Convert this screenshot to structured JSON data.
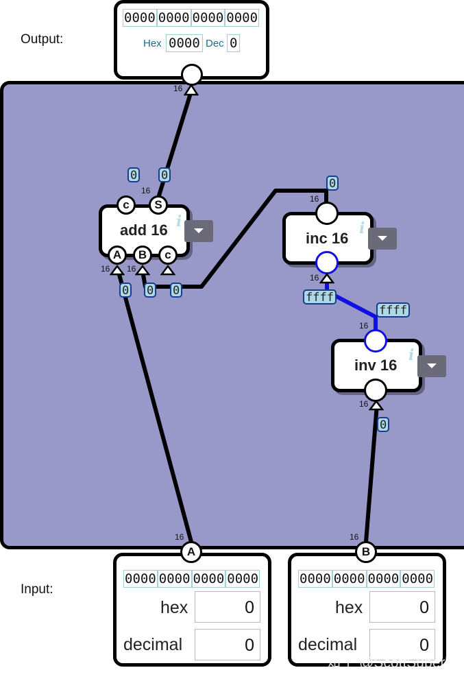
{
  "labels": {
    "output": "Output:",
    "input": "Input:"
  },
  "output": {
    "bits": [
      "0000",
      "0000",
      "0000",
      "0000"
    ],
    "hex_label": "Hex",
    "hex_value": "0000",
    "dec_label": "Dec",
    "dec_value": "0"
  },
  "inputs": [
    {
      "pin": "A",
      "bits": [
        "0000",
        "0000",
        "0000",
        "0000"
      ],
      "hex_label": "hex",
      "hex_value": "0",
      "dec_label": "decimal",
      "dec_value": "0"
    },
    {
      "pin": "B",
      "bits": [
        "0000",
        "0000",
        "0000",
        "0000"
      ],
      "hex_label": "hex",
      "hex_value": "0",
      "dec_label": "decimal",
      "dec_value": "0"
    }
  ],
  "chips": {
    "add": {
      "name": "add 16",
      "info": "i",
      "pin_a": "A",
      "pin_b": "B",
      "pin_cin": "c",
      "pin_cout": "c",
      "pin_s": "S"
    },
    "inc": {
      "name": "inc 16",
      "info": "i"
    },
    "inv": {
      "name": "inv 16",
      "info": "i"
    }
  },
  "wire_values": {
    "add_cout": "0",
    "add_s": "0",
    "add_a": "0",
    "add_b": "0",
    "add_cin": "0",
    "inc_out": "0",
    "inc_in": "ffff",
    "inv_out": "ffff",
    "inv_in": "0"
  },
  "width_label": "16",
  "watermark": "知乎 @ScottSuperb",
  "colors": {
    "board": "#9999c9",
    "active_wire": "#1010e0",
    "wire": "#000000",
    "value_bg": "#add8e6"
  }
}
